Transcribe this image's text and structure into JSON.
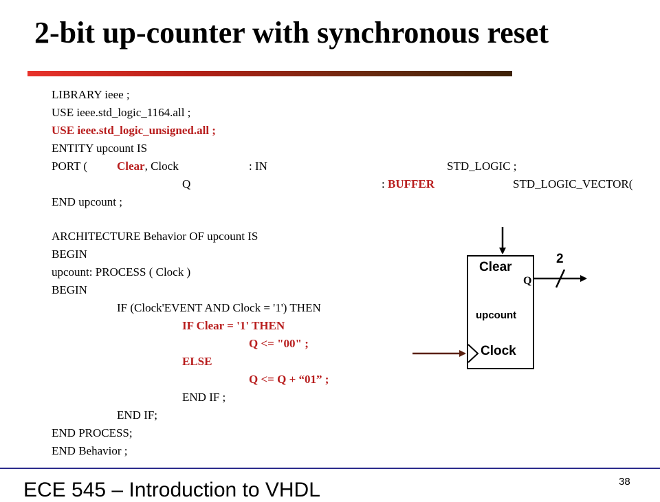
{
  "title": "2-bit up-counter with synchronous reset",
  "code": {
    "l1": "LIBRARY ieee ;",
    "l2": "USE ieee.std_logic_1164.all ;",
    "l3": "USE ieee.std_logic_unsigned.all ;",
    "l4": "ENTITY upcount IS",
    "l5_a": "PORT (",
    "l5_b": "Clear",
    "l5_c": ", Clock",
    "l5_d": ": IN",
    "l5_e": "STD_LOGIC ;",
    "l6_a": "Q",
    "l6_b": ": ",
    "l6_c": "BUFFER",
    "l6_d": "STD_LOGIC_VECTOR(",
    "l7": "END upcount ;",
    "l8": "ARCHITECTURE Behavior OF upcount IS",
    "l9": "BEGIN",
    "l10": "upcount: PROCESS ( Clock )",
    "l11": "BEGIN",
    "l12": "IF (Clock'EVENT AND Clock = '1') THEN",
    "l13": "IF Clear = '1' THEN",
    "l14": "Q <= \"00\" ;",
    "l15": "ELSE",
    "l16": "Q <= Q + “01” ;",
    "l17": "END IF ;",
    "l18": "END IF;",
    "l19": "END PROCESS;",
    "l20": "END Behavior ;"
  },
  "diagram": {
    "clear_label": "Clear",
    "q_label": "Q",
    "name_label": "upcount",
    "clock_label": "Clock",
    "width_label": "2"
  },
  "footer": {
    "course": "ECE 545 – Introduction to VHDL",
    "page": "38"
  },
  "colors": {
    "highlight_red": "#b81d1d",
    "title_bar_start": "#e8322b",
    "title_bar_end": "#3d2208",
    "rule_blue": "#2b2b8c"
  }
}
